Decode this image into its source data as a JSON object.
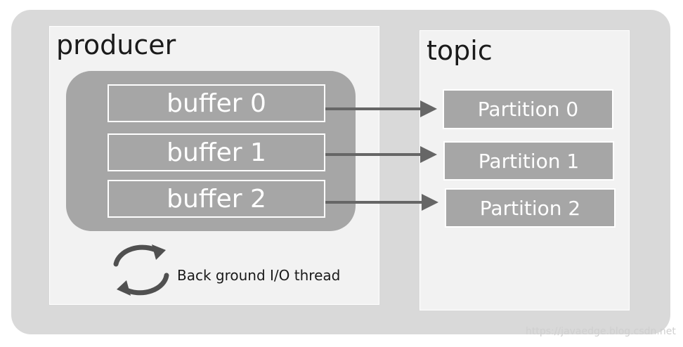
{
  "producer": {
    "title": "producer",
    "buffers": [
      {
        "label": "buffer 0"
      },
      {
        "label": "buffer 1"
      },
      {
        "label": "buffer 2"
      }
    ],
    "thread_label": "Back ground I/O thread",
    "thread_icon": "cycle-arrows-icon"
  },
  "topic": {
    "title": "topic",
    "partitions": [
      {
        "label": "Partition 0"
      },
      {
        "label": "Partition 1"
      },
      {
        "label": "Partition 2"
      }
    ]
  },
  "watermark": "https://javaedge.blog.csdn.net",
  "colors": {
    "outer_background": "#d9d9d9",
    "panel_background": "#f2f2f2",
    "box_fill": "#a6a6a6",
    "arrow": "#666666"
  }
}
